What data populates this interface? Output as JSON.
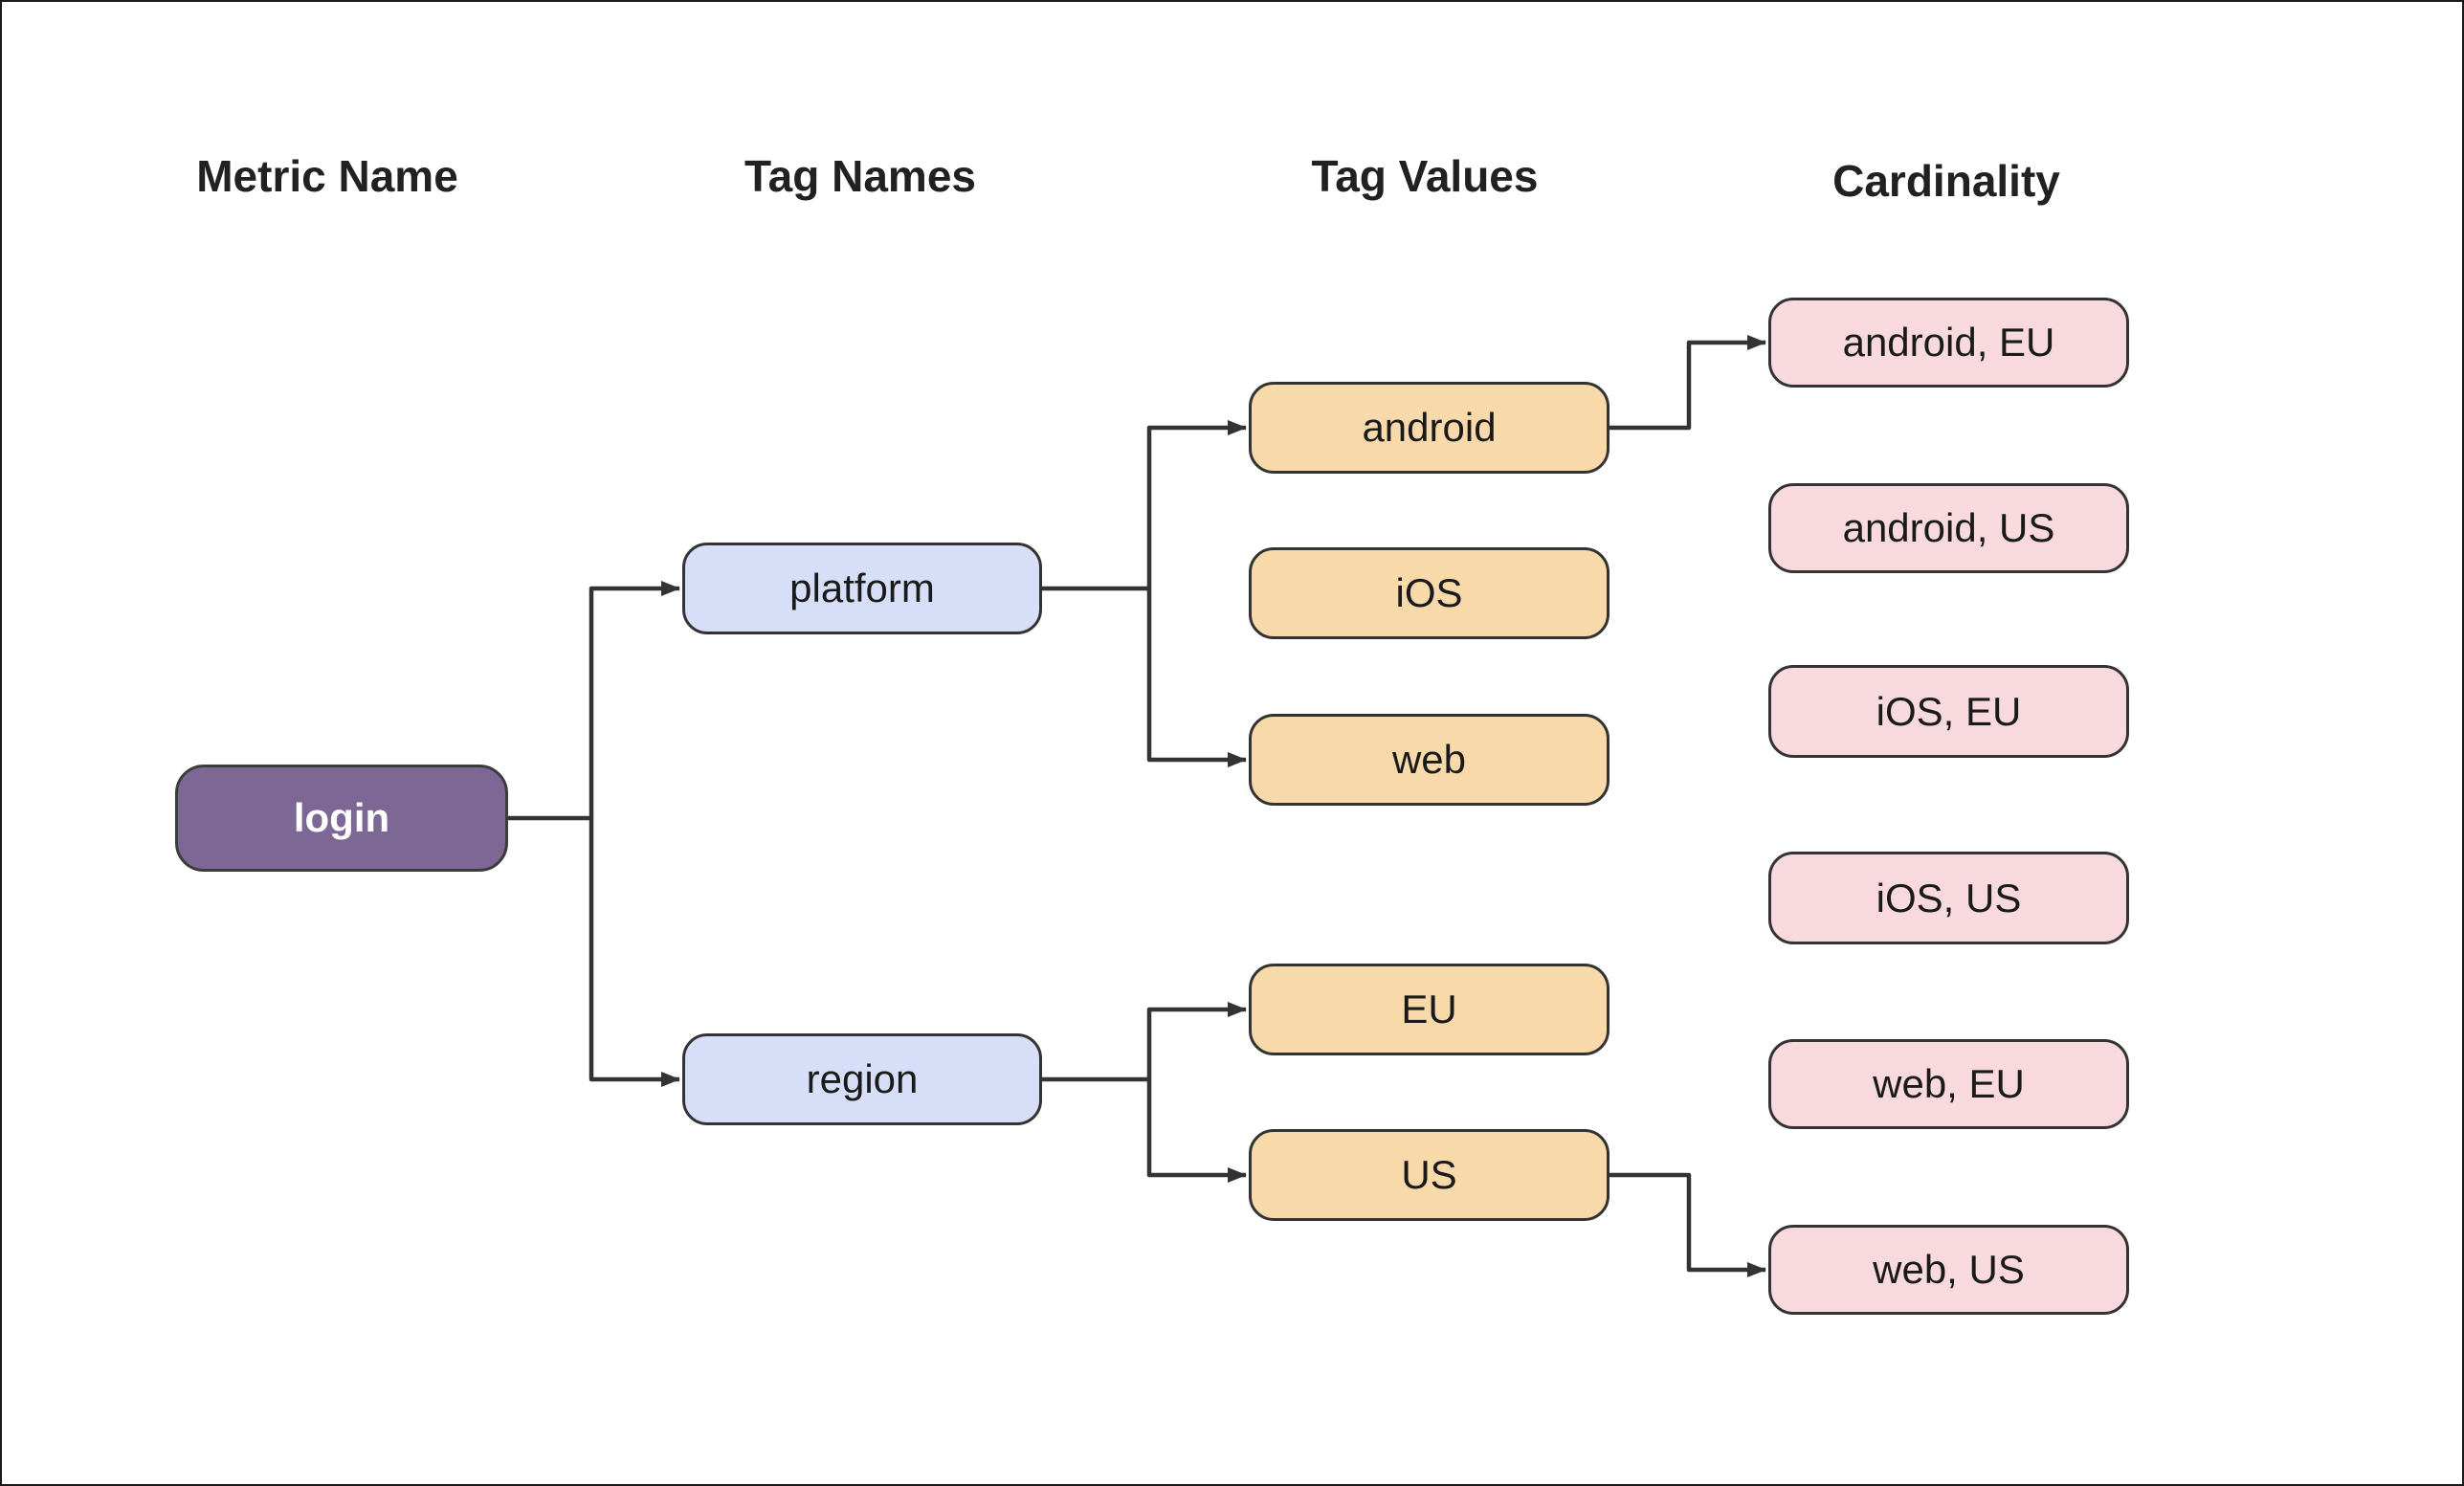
{
  "diagram": {
    "background": "#ffffff",
    "frame_border": "#1a1a1a",
    "line_color": "#333333"
  },
  "headers": [
    {
      "label": "Metric Name"
    },
    {
      "label": "Tag Names"
    },
    {
      "label": "Tag Values"
    },
    {
      "label": "Cardinality"
    }
  ],
  "nodes": {
    "login": {
      "label": "login",
      "type": "metric",
      "fill": "#7c6795",
      "text_color": "#ffffff"
    },
    "platform": {
      "label": "platform",
      "type": "tag-name",
      "fill": "#d7def7",
      "text_color": "#1a1a1a"
    },
    "region": {
      "label": "region",
      "type": "tag-name",
      "fill": "#d7def7",
      "text_color": "#1a1a1a"
    },
    "android": {
      "label": "android",
      "type": "tag-value",
      "fill": "#f8d9a9",
      "text_color": "#1a1a1a"
    },
    "ios": {
      "label": "iOS",
      "type": "tag-value",
      "fill": "#f8d9a9",
      "text_color": "#1a1a1a"
    },
    "web": {
      "label": "web",
      "type": "tag-value",
      "fill": "#f8d9a9",
      "text_color": "#1a1a1a"
    },
    "eu": {
      "label": "EU",
      "type": "tag-value",
      "fill": "#f8d9a9",
      "text_color": "#1a1a1a"
    },
    "us": {
      "label": "US",
      "type": "tag-value",
      "fill": "#f8d9a9",
      "text_color": "#1a1a1a"
    },
    "android_eu": {
      "label": "android, EU",
      "type": "cardinality",
      "fill": "#f8d9dd",
      "text_color": "#1a1a1a"
    },
    "android_us": {
      "label": "android, US",
      "type": "cardinality",
      "fill": "#f8d9dd",
      "text_color": "#1a1a1a"
    },
    "ios_eu": {
      "label": "iOS, EU",
      "type": "cardinality",
      "fill": "#f8d9dd",
      "text_color": "#1a1a1a"
    },
    "ios_us": {
      "label": "iOS, US",
      "type": "cardinality",
      "fill": "#f8d9dd",
      "text_color": "#1a1a1a"
    },
    "web_eu": {
      "label": "web, EU",
      "type": "cardinality",
      "fill": "#f8d9dd",
      "text_color": "#1a1a1a"
    },
    "web_us": {
      "label": "web, US",
      "type": "cardinality",
      "fill": "#f8d9dd",
      "text_color": "#1a1a1a"
    }
  },
  "edges": [
    {
      "from": "login",
      "to": "platform"
    },
    {
      "from": "login",
      "to": "region"
    },
    {
      "from": "platform",
      "to": "android"
    },
    {
      "from": "platform",
      "to": "web"
    },
    {
      "from": "region",
      "to": "eu"
    },
    {
      "from": "region",
      "to": "us"
    },
    {
      "from": "android",
      "to": "android_eu"
    },
    {
      "from": "us",
      "to": "web_us"
    }
  ]
}
